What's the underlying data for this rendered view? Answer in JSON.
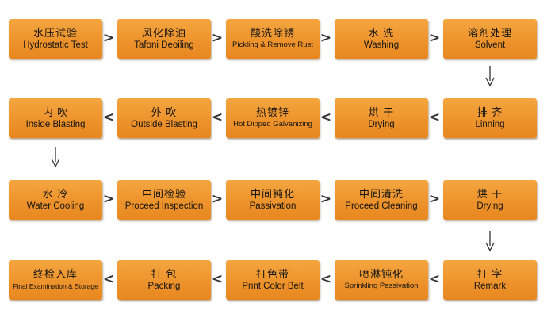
{
  "steps": [
    {
      "cn": "水压试验",
      "en": "Hydrostatic Test"
    },
    {
      "cn": "风化除油",
      "en": "Tafoni Deoiling"
    },
    {
      "cn": "酸洗除锈",
      "en": "Pickling & Remove Rust"
    },
    {
      "cn": "水 洗",
      "en": "Washing"
    },
    {
      "cn": "溶剂处理",
      "en": "Solvent"
    },
    {
      "cn": "排 齐",
      "en": "Linning"
    },
    {
      "cn": "烘 干",
      "en": "Drying"
    },
    {
      "cn": "热镀锌",
      "en": "Hot Dipped Galvanizing"
    },
    {
      "cn": "外 吹",
      "en": "Outside Blasting"
    },
    {
      "cn": "内 吹",
      "en": "Inside Blasting"
    },
    {
      "cn": "水 冷",
      "en": "Water Cooling"
    },
    {
      "cn": "中间检验",
      "en": "Proceed Inspection"
    },
    {
      "cn": "中间钝化",
      "en": "Passivation"
    },
    {
      "cn": "中间清洗",
      "en": "Proceed Cleaning"
    },
    {
      "cn": "烘 干",
      "en": "Drying"
    },
    {
      "cn": "打 字",
      "en": "Remark"
    },
    {
      "cn": "喷淋钝化",
      "en": "Sprinkling Passivation"
    },
    {
      "cn": "打色带",
      "en": "Print Color Belt"
    },
    {
      "cn": "打 包",
      "en": "Packing"
    },
    {
      "cn": "终检入库",
      "en": "Final Examination & Storage"
    }
  ],
  "arrows": {
    "right": ">",
    "left": "<"
  }
}
